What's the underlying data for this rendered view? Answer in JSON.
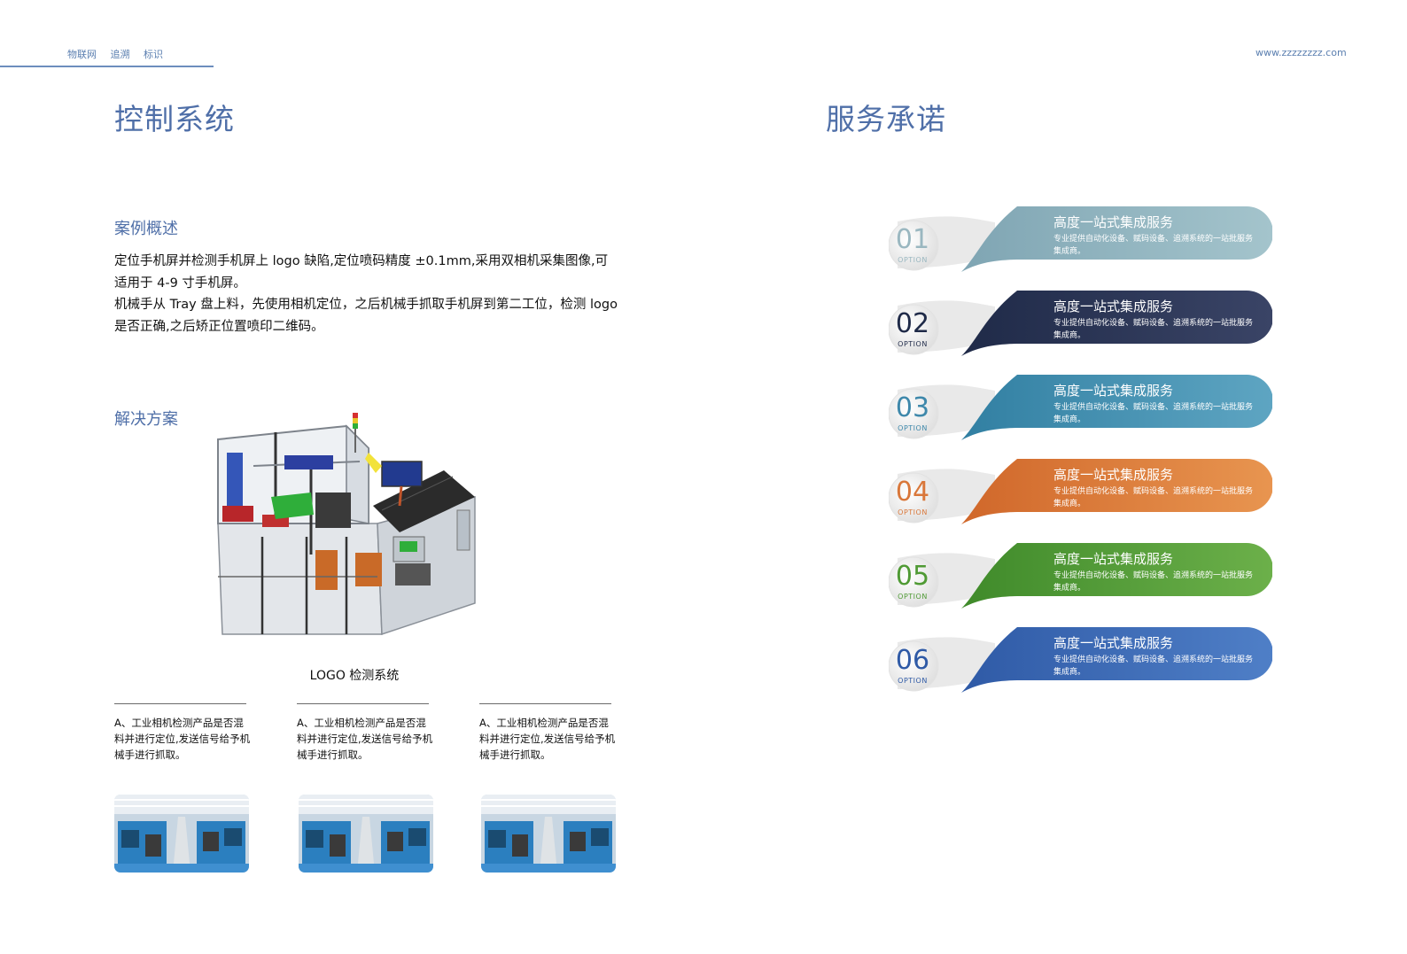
{
  "header": {
    "nav": [
      "物联网",
      "追溯",
      "标识"
    ],
    "url": "www.zzzzzzzz.com"
  },
  "left": {
    "title": "控制系统",
    "case": {
      "heading": "案例概述",
      "paragraphs": [
        "定位手机屏并检测手机屏上 logo 缺陷,定位喷码精度 ±0.1mm,采用双相机采集图像,可适用于 4-9 寸手机屏。",
        "机械手从 Tray 盘上料，先使用相机定位，之后机械手抓取手机屏到第二工位，检测 logo 是否正确,之后矫正位置喷印二维码。"
      ]
    },
    "solution": {
      "heading": "解决方案",
      "caption": "LOGO 检测系统"
    },
    "cards": [
      {
        "text": "A、工业相机检测产品是否混料并进行定位,发送信号给予机械手进行抓取。"
      },
      {
        "text": "A、工业相机检测产品是否混料并进行定位,发送信号给予机械手进行抓取。"
      },
      {
        "text": "A、工业相机检测产品是否混料并进行定位,发送信号给予机械手进行抓取。"
      }
    ]
  },
  "right": {
    "title": "服务承诺",
    "items": [
      {
        "num": "01",
        "option": "OPTION",
        "title": "高度一站式集成服务",
        "desc": "专业提供自动化设备、赋码设备、追溯系统的一站批服务集成商。",
        "color_dark": "#7fa5b3",
        "color_light": "#a4c4cc",
        "num_color": "#9ab7c0"
      },
      {
        "num": "02",
        "option": "OPTION",
        "title": "高度一站式集成服务",
        "desc": "专业提供自动化设备、赋码设备、追溯系统的一站批服务集成商。",
        "color_dark": "#1f2a48",
        "color_light": "#3a4466",
        "num_color": "#1f2a48"
      },
      {
        "num": "03",
        "option": "OPTION",
        "title": "高度一站式集成服务",
        "desc": "专业提供自动化设备、赋码设备、追溯系统的一站批服务集成商。",
        "color_dark": "#317fa2",
        "color_light": "#5ea5c2",
        "num_color": "#3e88ab"
      },
      {
        "num": "04",
        "option": "OPTION",
        "title": "高度一站式集成服务",
        "desc": "专业提供自动化设备、赋码设备、追溯系统的一站批服务集成商。",
        "color_dark": "#d0672a",
        "color_light": "#e89550",
        "num_color": "#d9773a"
      },
      {
        "num": "05",
        "option": "OPTION",
        "title": "高度一站式集成服务",
        "desc": "专业提供自动化设备、赋码设备、追溯系统的一站批服务集成商。",
        "color_dark": "#3f8a2a",
        "color_light": "#6cb04a",
        "num_color": "#4f9a34"
      },
      {
        "num": "06",
        "option": "OPTION",
        "title": "高度一站式集成服务",
        "desc": "专业提供自动化设备、赋码设备、追溯系统的一站批服务集成商。",
        "color_dark": "#2f5aa6",
        "color_light": "#4f7fc7",
        "num_color": "#2f5aa6"
      }
    ]
  }
}
